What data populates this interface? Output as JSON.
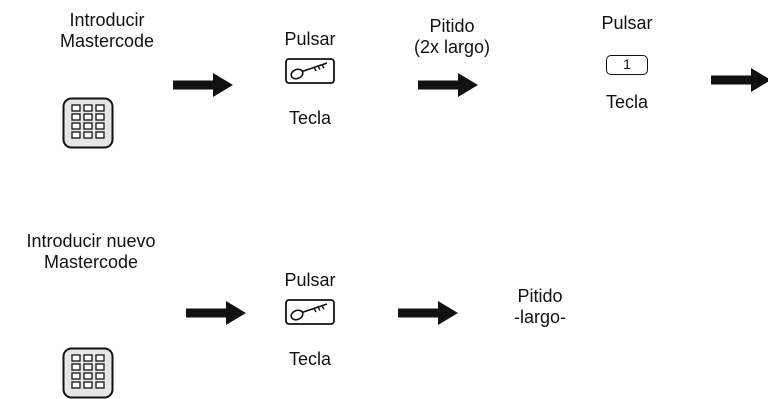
{
  "row1": {
    "enter_label": [
      "Introducir",
      "Mastercode"
    ],
    "press_label": "Pulsar",
    "key_label": "Tecla",
    "beep_label": [
      "Pitido",
      "(2x largo)"
    ],
    "press2_label": "Pulsar",
    "number_key": "1",
    "key2_label": "Tecla"
  },
  "row2": {
    "enter_label": [
      "Introducir nuevo",
      "Mastercode"
    ],
    "press_label": "Pulsar",
    "key_label": "Tecla",
    "beep_label": [
      "Pitido",
      "-largo-"
    ]
  },
  "icons": {
    "keypad": "keypad-icon",
    "key": "key-icon",
    "arrow": "arrow-right-icon"
  },
  "colors": {
    "ink": "#111111",
    "keypad_fill": "#e6e6e6"
  }
}
